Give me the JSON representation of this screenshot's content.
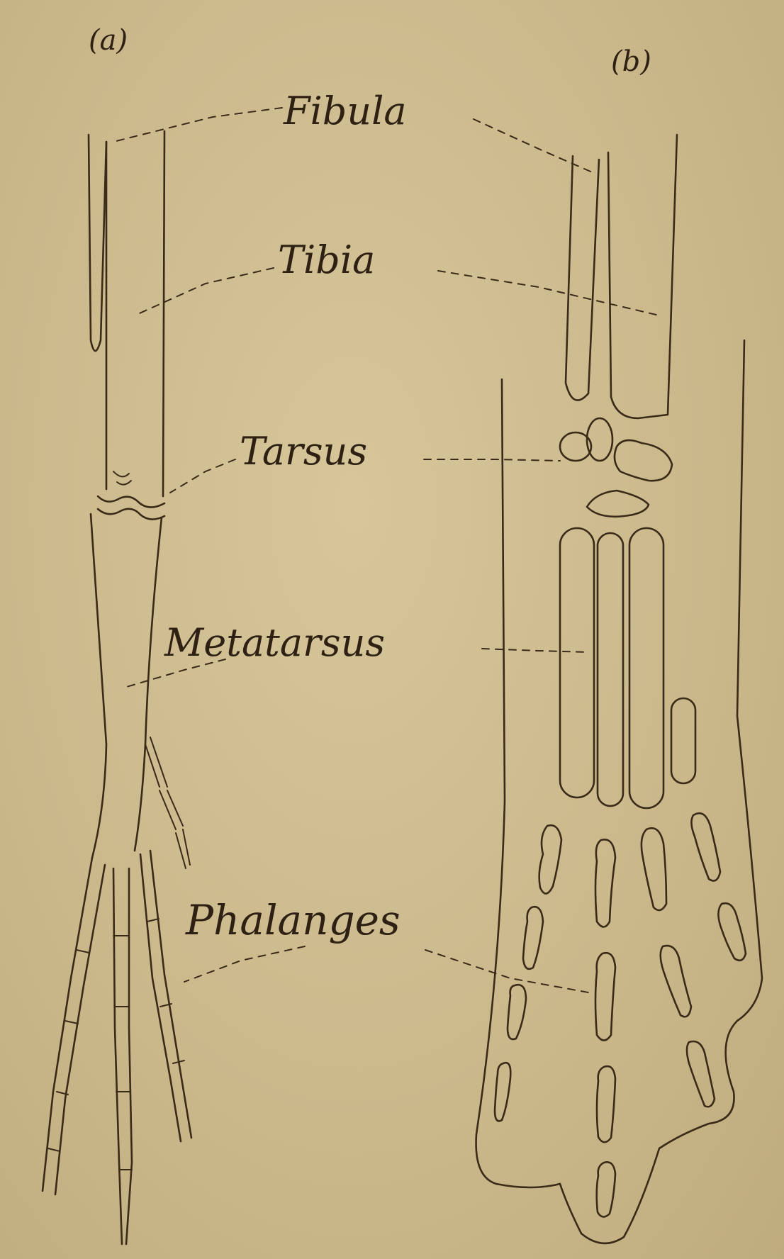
{
  "panels": {
    "a": {
      "label": "(a)"
    },
    "b": {
      "label": "(b)"
    }
  },
  "labels": {
    "fibula": "Fibula",
    "tibia": "Tibia",
    "tarsus": "Tarsus",
    "metatarsus": "Metatarsus",
    "phalanges": "Phalanges"
  },
  "colors": {
    "paper": "#cbb98c",
    "ink": "#3a2a18"
  }
}
